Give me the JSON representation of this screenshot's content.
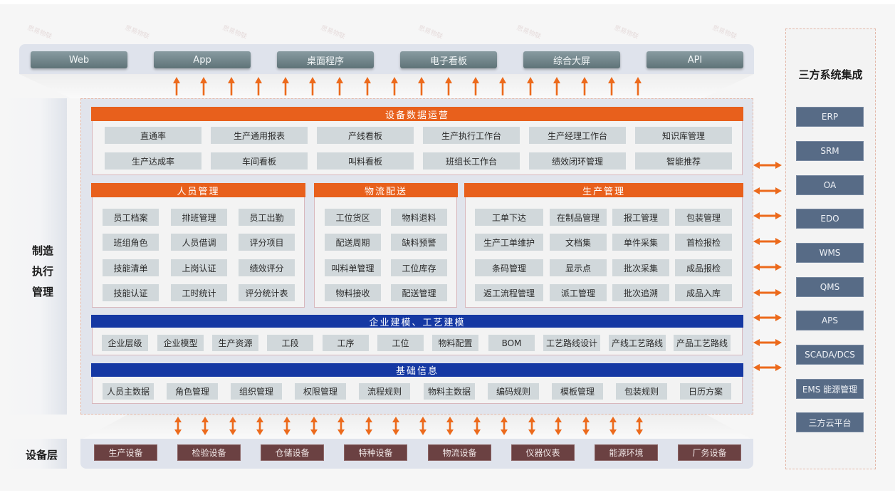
{
  "watermark": "思易物联",
  "colors": {
    "orange_header": "#e8601c",
    "blue_header": "#1538a3",
    "arrow": "#ec6a1c",
    "client_button": "#6f8388",
    "device_button": "#6b4142",
    "third_party_button": "#576b86",
    "cell": "#d1d8db"
  },
  "client_layer": {
    "items": [
      "Web",
      "App",
      "桌面程序",
      "电子看板",
      "综合大屏",
      "API"
    ]
  },
  "side_labels": {
    "mes": "制造执行管理",
    "mes_lines": [
      "制造",
      "执行",
      "管理"
    ],
    "device": "设备层"
  },
  "data_ops": {
    "title": "设备数据运营",
    "rows": [
      [
        "直通率",
        "生产通用报表",
        "产线看板",
        "生产执行工作台",
        "生产经理工作台",
        "知识库管理"
      ],
      [
        "生产达成率",
        "车间看板",
        "叫料看板",
        "班组长工作台",
        "绩效闭环管理",
        "智能推荐"
      ]
    ]
  },
  "personnel": {
    "title": "人员管理",
    "rows": [
      [
        "员工档案",
        "排班管理",
        "员工出勤"
      ],
      [
        "班组角色",
        "人员借调",
        "评分项目"
      ],
      [
        "技能清单",
        "上岗认证",
        "绩效评分"
      ],
      [
        "技能认证",
        "工时统计",
        "评分统计表"
      ]
    ]
  },
  "logistics": {
    "title": "物流配送",
    "rows": [
      [
        "工位货区",
        "物料退料"
      ],
      [
        "配送周期",
        "缺料预警"
      ],
      [
        "叫料单管理",
        "工位库存"
      ],
      [
        "物料接收",
        "配送管理"
      ]
    ]
  },
  "production": {
    "title": "生产管理",
    "rows": [
      [
        "工单下达",
        "在制品管理",
        "报工管理",
        "包装管理"
      ],
      [
        "生产工单维护",
        "文档集",
        "单件采集",
        "首检报检"
      ],
      [
        "条码管理",
        "显示点",
        "批次采集",
        "成品报检"
      ],
      [
        "返工流程管理",
        "派工管理",
        "批次追溯",
        "成品入库"
      ]
    ]
  },
  "modeling": {
    "title": "企业建模、工艺建模",
    "items": [
      "企业层级",
      "企业模型",
      "生产资源",
      "工段",
      "工序",
      "工位",
      "物料配置",
      "BOM",
      "工艺路线设计",
      "产线工艺路线",
      "产品工艺路线"
    ]
  },
  "basic_info": {
    "title": "基础信息",
    "items": [
      "人员主数据",
      "角色管理",
      "组织管理",
      "权限管理",
      "流程规则",
      "物料主数据",
      "编码规则",
      "模板管理",
      "包装规则",
      "日历方案"
    ]
  },
  "device_layer": {
    "items": [
      "生产设备",
      "检验设备",
      "仓储设备",
      "特种设备",
      "物流设备",
      "仪器仪表",
      "能源环境",
      "厂务设备"
    ]
  },
  "third_party": {
    "title": "三方系统集成",
    "items": [
      "ERP",
      "SRM",
      "OA",
      "EDO",
      "WMS",
      "QMS",
      "APS",
      "SCADA/DCS",
      "EMS 能源管理",
      "三方云平台"
    ]
  },
  "arrows": {
    "up_count": 18,
    "bidirectional_vertical_count": 18,
    "bidirectional_horizontal_count": 9
  }
}
